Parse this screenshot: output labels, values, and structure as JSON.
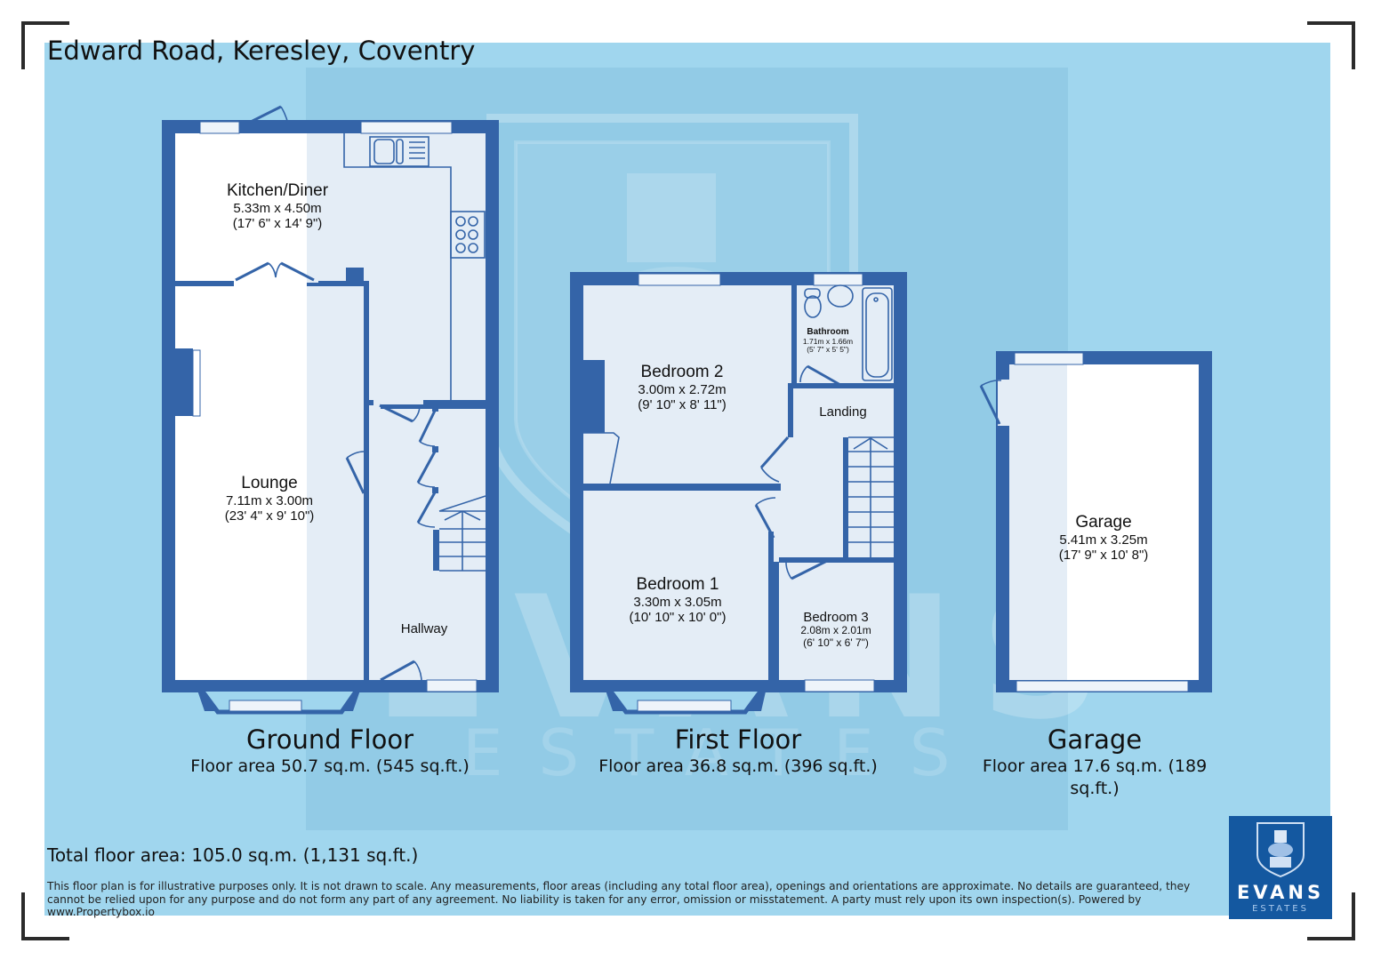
{
  "title": "Edward Road, Keresley, Coventry",
  "colors": {
    "background": "#a0d6ee",
    "wall": "#3464a8",
    "room_fill": "#e4edf6",
    "logo_bg": "#1458a0"
  },
  "watermark": {
    "word": "EVANS",
    "sub": "ESTATES"
  },
  "floors": [
    {
      "name": "Ground Floor",
      "area": "Floor area 50.7 sq.m. (545 sq.ft.)",
      "rooms": [
        {
          "name": "Kitchen/Diner",
          "metric": "5.33m x 4.50m",
          "imperial": "(17' 6\" x 14' 9\")"
        },
        {
          "name": "Lounge",
          "metric": "7.11m x 3.00m",
          "imperial": "(23' 4\" x 9' 10\")"
        },
        {
          "name": "Hallway"
        }
      ]
    },
    {
      "name": "First Floor",
      "area": "Floor area 36.8 sq.m. (396 sq.ft.)",
      "rooms": [
        {
          "name": "Bedroom 2",
          "metric": "3.00m x 2.72m",
          "imperial": "(9' 10\" x 8' 11\")"
        },
        {
          "name": "Bathroom",
          "metric": "1.71m x 1.66m",
          "imperial": "(5' 7\" x 5' 5\")"
        },
        {
          "name": "Landing"
        },
        {
          "name": "Bedroom 1",
          "metric": "3.30m x 3.05m",
          "imperial": "(10' 10\" x 10' 0\")"
        },
        {
          "name": "Bedroom 3",
          "metric": "2.08m x 2.01m",
          "imperial": "(6' 10\" x 6' 7\")"
        }
      ]
    },
    {
      "name": "Garage",
      "area": "Floor area 17.6 sq.m. (189 sq.ft.)",
      "rooms": [
        {
          "name": "Garage",
          "metric": "5.41m x 3.25m",
          "imperial": "(17' 9\" x 10' 8\")"
        }
      ]
    }
  ],
  "total_area": "Total floor area: 105.0 sq.m. (1,131 sq.ft.)",
  "disclaimer": "This floor plan is for illustrative purposes only. It is not drawn to scale. Any measurements, floor areas (including any total floor area), openings and orientations are approximate. No details are guaranteed, they cannot be relied upon for any purpose and do not form any part of any agreement. No liability is taken for any error, omission or misstatement. A party must rely upon its own inspection(s). Powered by www.Propertybox.io",
  "logo": {
    "name": "EVANS",
    "sub": "ESTATES"
  }
}
